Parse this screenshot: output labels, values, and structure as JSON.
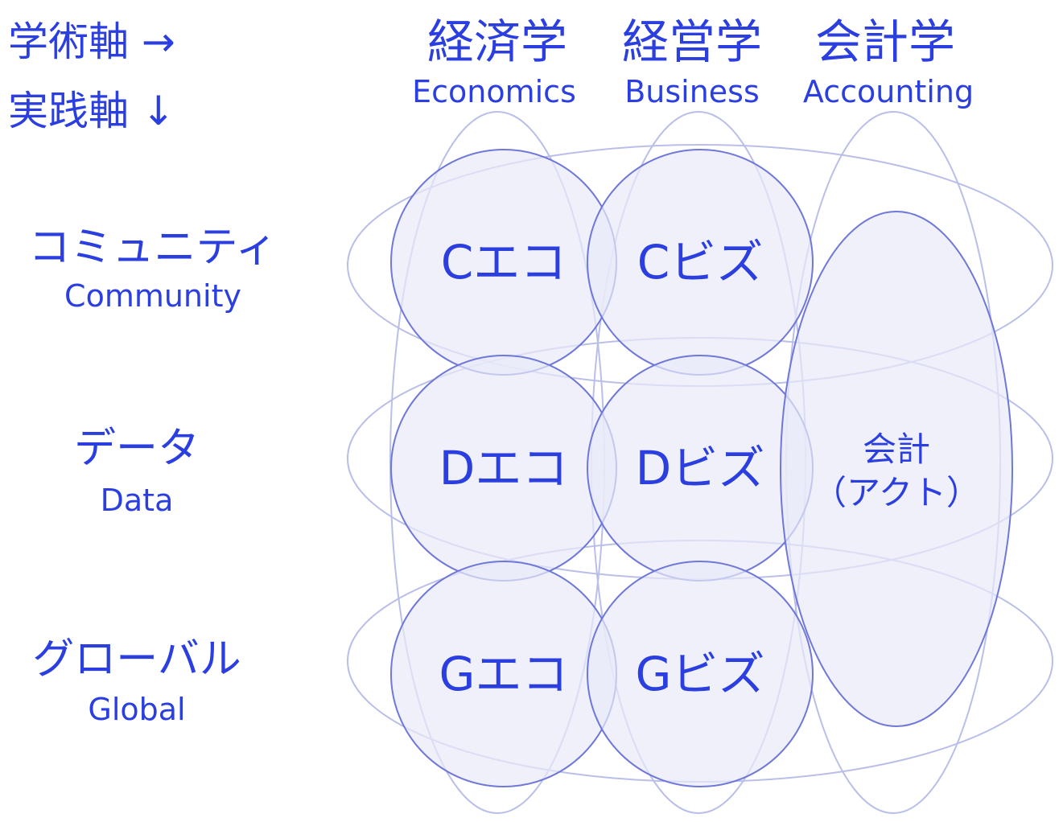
{
  "axes": {
    "academic": "学術軸 →",
    "practical": "実践軸 ↓"
  },
  "columns": [
    {
      "title": "経済学",
      "subtitle": "Economics"
    },
    {
      "title": "経営学",
      "subtitle": "Business"
    },
    {
      "title": "会計学",
      "subtitle": "Accounting"
    }
  ],
  "rows": [
    {
      "title": "コミュニティ",
      "subtitle": "Community"
    },
    {
      "title": "データ",
      "subtitle": "Data"
    },
    {
      "title": "グローバル",
      "subtitle": "Global"
    }
  ],
  "cells": {
    "c_eco": "Cエコ",
    "c_biz": "Cビズ",
    "d_eco": "Dエコ",
    "d_biz": "Dビズ",
    "g_eco": "Gエコ",
    "g_biz": "Gビズ"
  },
  "accounting": {
    "line1": "会計",
    "line2": "（アクト）"
  },
  "colors": {
    "text": "#2b3fe0",
    "circle_stroke": "#6f78d8",
    "circle_fill": "#e8eaf8",
    "outer_stroke": "#b9bfe9"
  }
}
